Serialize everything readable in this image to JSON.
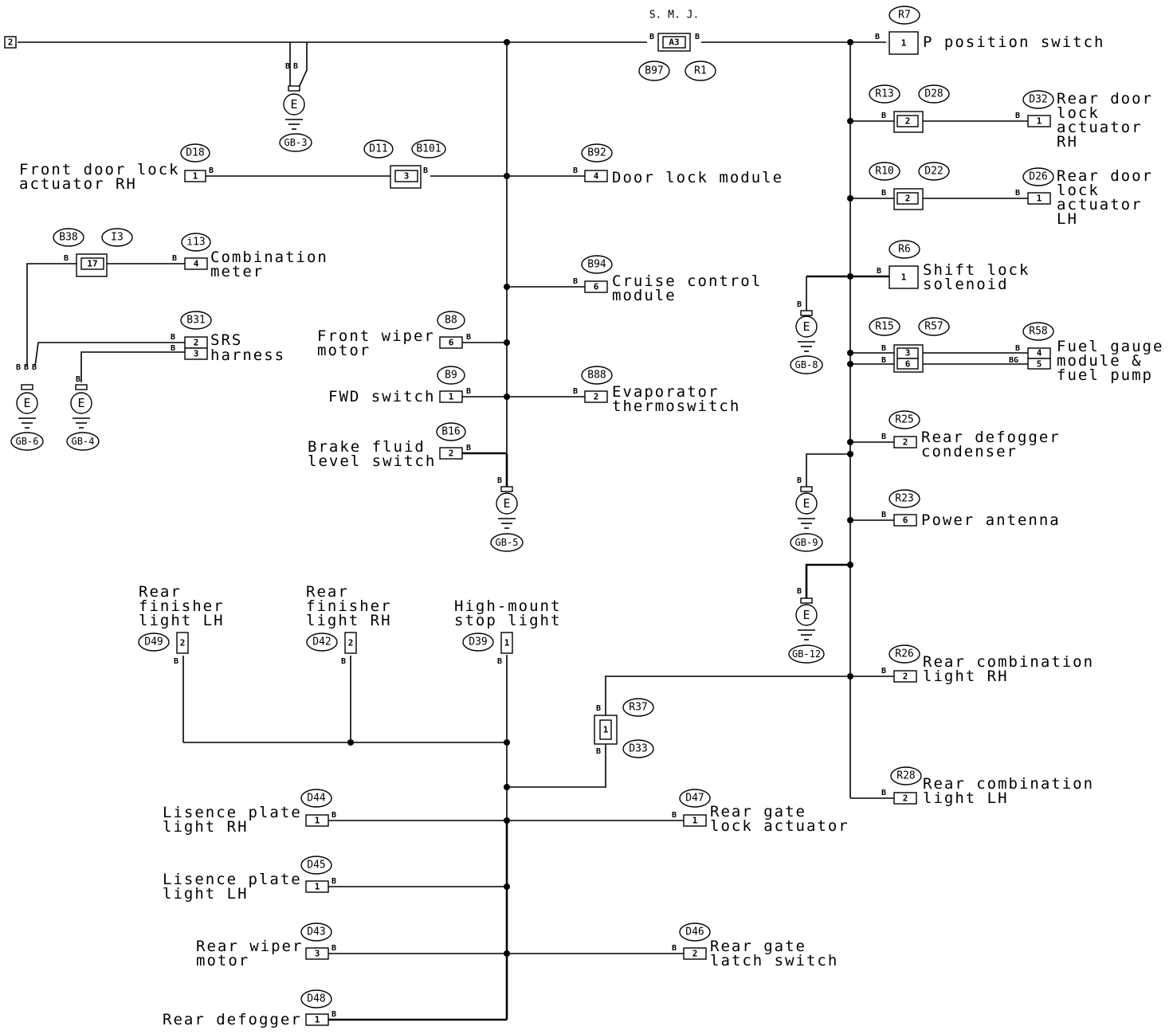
{
  "start_marker": "2",
  "wire_color": "B",
  "wire_color_bg": "BG",
  "smj": {
    "label": "S. M. J.",
    "pin": "A3",
    "ref_left": "B97",
    "ref_right": "R1"
  },
  "grounds": {
    "gb3": "GB-3",
    "gb4": "GB-4",
    "gb5": "GB-5",
    "gb6": "GB-6",
    "gb8": "GB-8",
    "gb9": "GB-9",
    "gb12": "GB-12",
    "symbol": "E"
  },
  "components": {
    "front_door_lock_rh": {
      "lines": [
        "Front door lock",
        "actuator RH"
      ],
      "conn": "D18",
      "pin": "1"
    },
    "d11": {
      "conn1": "D11",
      "conn2": "B101",
      "pin": "3"
    },
    "door_lock_module": {
      "label": "Door lock module",
      "conn": "B92",
      "pin": "4"
    },
    "combination_meter": {
      "lines": [
        "Combination",
        "meter"
      ],
      "conn": "i13",
      "pin": "4",
      "j1": "B38",
      "j2": "I3",
      "jpin": "17"
    },
    "cruise_control": {
      "lines": [
        "Cruise control",
        "module"
      ],
      "conn": "B94",
      "pin": "6"
    },
    "srs_harness": {
      "lines": [
        "SRS",
        "harness"
      ],
      "conn": "B31",
      "pin1": "2",
      "pin2": "3"
    },
    "front_wiper_motor": {
      "lines": [
        "Front wiper",
        "motor"
      ],
      "conn": "B8",
      "pin": "6"
    },
    "fwd_switch": {
      "label": "FWD switch",
      "conn": "B9",
      "pin": "1"
    },
    "evaporator": {
      "lines": [
        "Evaporator",
        "thermoswitch"
      ],
      "conn": "B88",
      "pin": "2"
    },
    "brake_fluid": {
      "lines": [
        "Brake fluid",
        "level switch"
      ],
      "conn": "B16",
      "pin": "2"
    },
    "p_position": {
      "label": "P position switch",
      "conn": "R7",
      "pin": "1"
    },
    "rear_door_lock_rh": {
      "lines": [
        "Rear door",
        "lock",
        "actuator",
        "RH"
      ],
      "conn": "D32",
      "pin": "1",
      "j1": "R13",
      "j2": "D28",
      "jpin": "2"
    },
    "rear_door_lock_lh": {
      "lines": [
        "Rear door",
        "lock",
        "actuator",
        "LH"
      ],
      "conn": "D26",
      "pin": "1",
      "j1": "R10",
      "j2": "D22",
      "jpin": "2"
    },
    "shift_lock": {
      "lines": [
        "Shift lock",
        "solenoid"
      ],
      "conn": "R6",
      "pin": "1"
    },
    "fuel_gauge": {
      "lines": [
        "Fuel gauge",
        "module &",
        "fuel pump"
      ],
      "conn": "R58",
      "pin1": "4",
      "pin2": "5",
      "j1": "R15",
      "j2": "R57",
      "jpin1": "3",
      "jpin2": "6"
    },
    "rear_defogger_condenser": {
      "lines": [
        "Rear defogger",
        "condenser"
      ],
      "conn": "R25",
      "pin": "2"
    },
    "power_antenna": {
      "label": "Power antenna",
      "conn": "R23",
      "pin": "6"
    },
    "rear_combination_rh": {
      "lines": [
        "Rear combination",
        "light RH"
      ],
      "conn": "R26",
      "pin": "2"
    },
    "rear_combination_lh": {
      "lines": [
        "Rear combination",
        "light LH"
      ],
      "conn": "R28",
      "pin": "2"
    },
    "r37": {
      "conn1": "R37",
      "conn2": "D33",
      "pin": "1"
    },
    "rear_finisher_lh": {
      "lines": [
        "Rear",
        "finisher",
        "light LH"
      ],
      "conn": "D49",
      "pin": "2"
    },
    "rear_finisher_rh": {
      "lines": [
        "Rear",
        "finisher",
        "light RH"
      ],
      "conn": "D42",
      "pin": "2"
    },
    "high_mount": {
      "lines": [
        "High-mount",
        "stop light"
      ],
      "conn": "D39",
      "pin": "1"
    },
    "license_plate_rh": {
      "lines": [
        "Lisence plate",
        "light RH"
      ],
      "conn": "D44",
      "pin": "1"
    },
    "license_plate_lh": {
      "lines": [
        "Lisence plate",
        "light LH"
      ],
      "conn": "D45",
      "pin": "1"
    },
    "rear_wiper_motor": {
      "lines": [
        "Rear wiper",
        "motor"
      ],
      "conn": "D43",
      "pin": "3"
    },
    "rear_defogger": {
      "label": "Rear defogger",
      "conn": "D48",
      "pin": "1"
    },
    "rear_gate_lock": {
      "lines": [
        "Rear gate",
        "lock actuator"
      ],
      "conn": "D47",
      "pin": "1"
    },
    "rear_gate_latch": {
      "lines": [
        "Rear gate",
        "latch switch"
      ],
      "conn": "D46",
      "pin": "2"
    }
  }
}
